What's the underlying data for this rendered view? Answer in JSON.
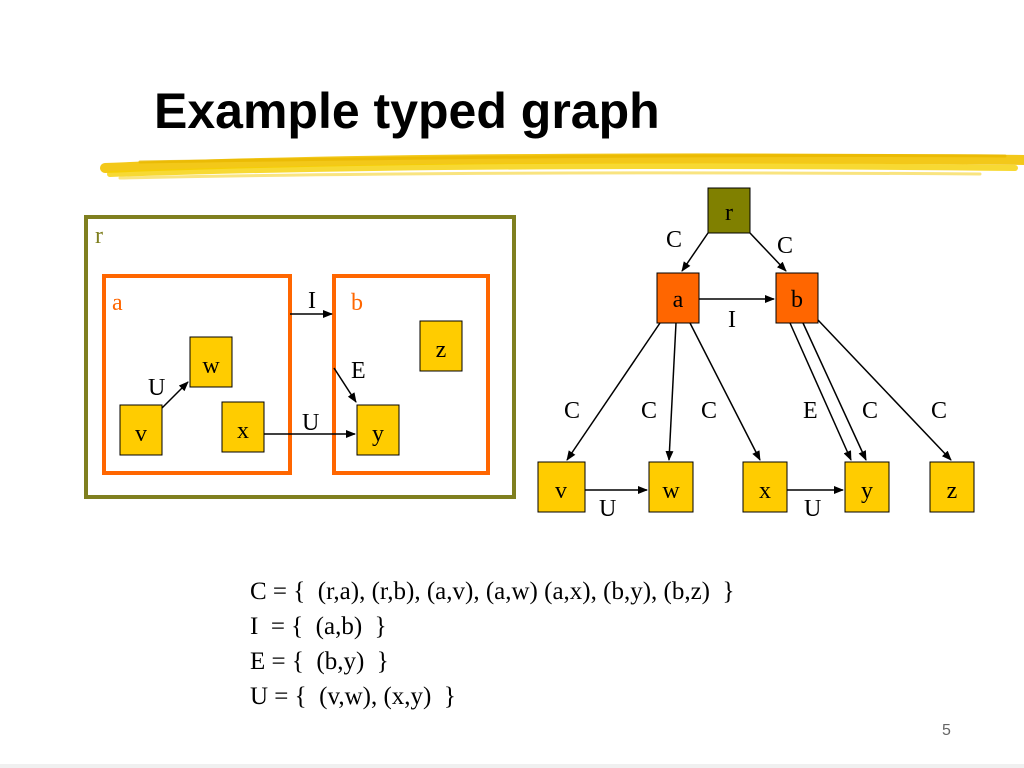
{
  "slide": {
    "title": "Example typed graph",
    "page_number": "5"
  },
  "colors": {
    "olive": "#7f7f1f",
    "orange": "#ff6600",
    "node_yellow": "#ffcc00",
    "node_dark": "#808000",
    "highlight": "#f2c200"
  },
  "left_diagram": {
    "outer_label": "r",
    "group_a_label": "a",
    "group_b_label": "b",
    "nodes": {
      "w": "w",
      "v": "v",
      "x": "x",
      "y": "y",
      "z": "z"
    },
    "edge_labels": {
      "vw": "U",
      "xy": "U",
      "I": "I",
      "E": "E"
    }
  },
  "right_diagram": {
    "nodes": {
      "r": "r",
      "a": "a",
      "b": "b",
      "v": "v",
      "w": "w",
      "x": "x",
      "y": "y",
      "z": "z"
    },
    "edge_labels": {
      "r_a": "C",
      "r_b": "C",
      "a_b": "I",
      "a_v": "C",
      "a_w": "C",
      "a_x": "C",
      "b_y_e": "E",
      "b_y_c": "C",
      "b_z": "C",
      "v_w": "U",
      "x_y": "U"
    }
  },
  "sets": [
    "C = {  (r,a), (r,b), (a,v), (a,w) (a,x), (b,y), (b,z)  }",
    "I  = {  (a,b)  }",
    "E = {  (b,y)  }",
    "U = {  (v,w), (x,y)  }"
  ]
}
